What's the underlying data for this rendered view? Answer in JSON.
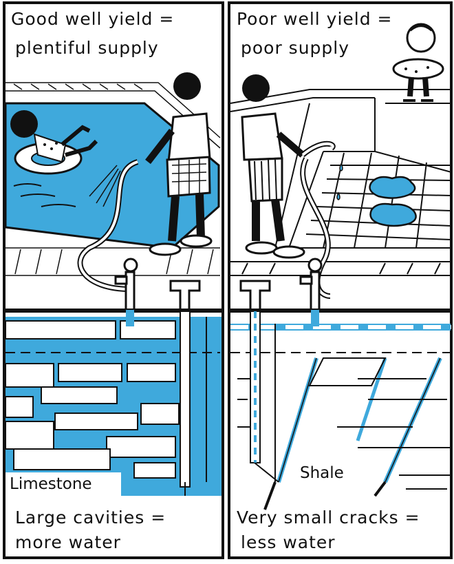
{
  "left_panel": {
    "title_line1": "Good well yield =",
    "title_line2": "plentiful supply",
    "rock_label": "Limestone",
    "bottom_line1": "Large cavities =",
    "bottom_line2": "more water"
  },
  "right_panel": {
    "title_line1": "Poor well yield =",
    "title_line2": "poor supply",
    "rock_label": "Shale",
    "bottom_line1": "Very small cracks =",
    "bottom_line2": "less water"
  },
  "colors": {
    "water": "#3fa9dc",
    "ink": "#111111",
    "paper": "#ffffff"
  }
}
